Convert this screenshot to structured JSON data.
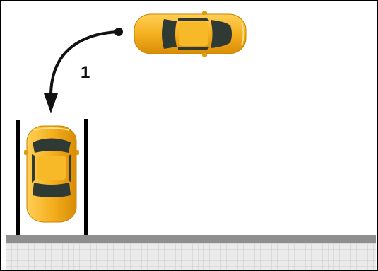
{
  "diagram": {
    "step_label": "1",
    "colors": {
      "car_body": "#f5b020",
      "car_body_light": "#ffcf55",
      "car_body_dark": "#d98d05",
      "car_glass": "#2f3a34",
      "stall_line": "#000000",
      "curb": "#8f8f8f",
      "sidewalk": "#ebebeb",
      "sidewalk_grid": "#c8c8c8",
      "arrow": "#111111",
      "frame": "#000000"
    },
    "icons": {
      "start_marker": "dot",
      "arrow_head": "triangle"
    }
  }
}
